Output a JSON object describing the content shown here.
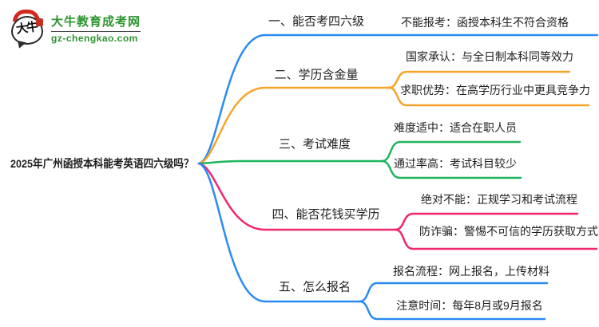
{
  "logo": {
    "title": "大牛教育成考网",
    "domain": "gz-chengkao.com",
    "icon_text": "大牛",
    "title_color": "#2e9430",
    "accent_red": "#d3281e"
  },
  "root": {
    "label": "2025年广州函授本科能考英语四六级吗？"
  },
  "branches": [
    {
      "label": "一、能否考四六级",
      "color": "#2b8bf2",
      "children": [
        {
          "label": "不能报考：函授本科生不符合资格"
        }
      ]
    },
    {
      "label": "二、学历含金量",
      "color": "#f7a42b",
      "children": [
        {
          "label": "国家承认：与全日制本科同等效力"
        },
        {
          "label": "求职优势：在高学历行业中更具竞争力"
        }
      ]
    },
    {
      "label": "三、考试难度",
      "color": "#1fb45f",
      "children": [
        {
          "label": "难度适中：适合在职人员"
        },
        {
          "label": "通过率高：考试科目较少"
        }
      ]
    },
    {
      "label": "四、能否花钱买学历",
      "color": "#f0266e",
      "children": [
        {
          "label": "绝对不能：正规学习和考试流程"
        },
        {
          "label": "防诈骗：警惕不可信的学历获取方式"
        }
      ]
    },
    {
      "label": "五、怎么报名",
      "color": "#2b8bf2",
      "children": [
        {
          "label": "报名流程：网上报名，上传材料"
        },
        {
          "label": "注意时间：每年8月或9月报名"
        }
      ]
    }
  ]
}
